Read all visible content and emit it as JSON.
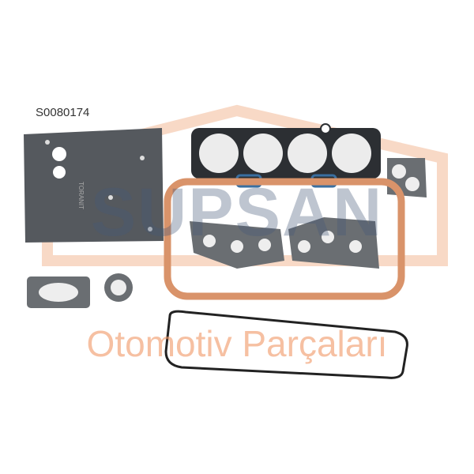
{
  "product": {
    "code": "S0080174",
    "sheet_print": "TORANIT"
  },
  "watermark": {
    "brand": "SUPSAN",
    "tagline": "Otomotiv Parçaları",
    "color": "#f0a070"
  },
  "colors": {
    "sheet": "#55595e",
    "cork": "#d9936a",
    "metal": "#6a6e72",
    "head_gasket": "#2c2f33"
  }
}
